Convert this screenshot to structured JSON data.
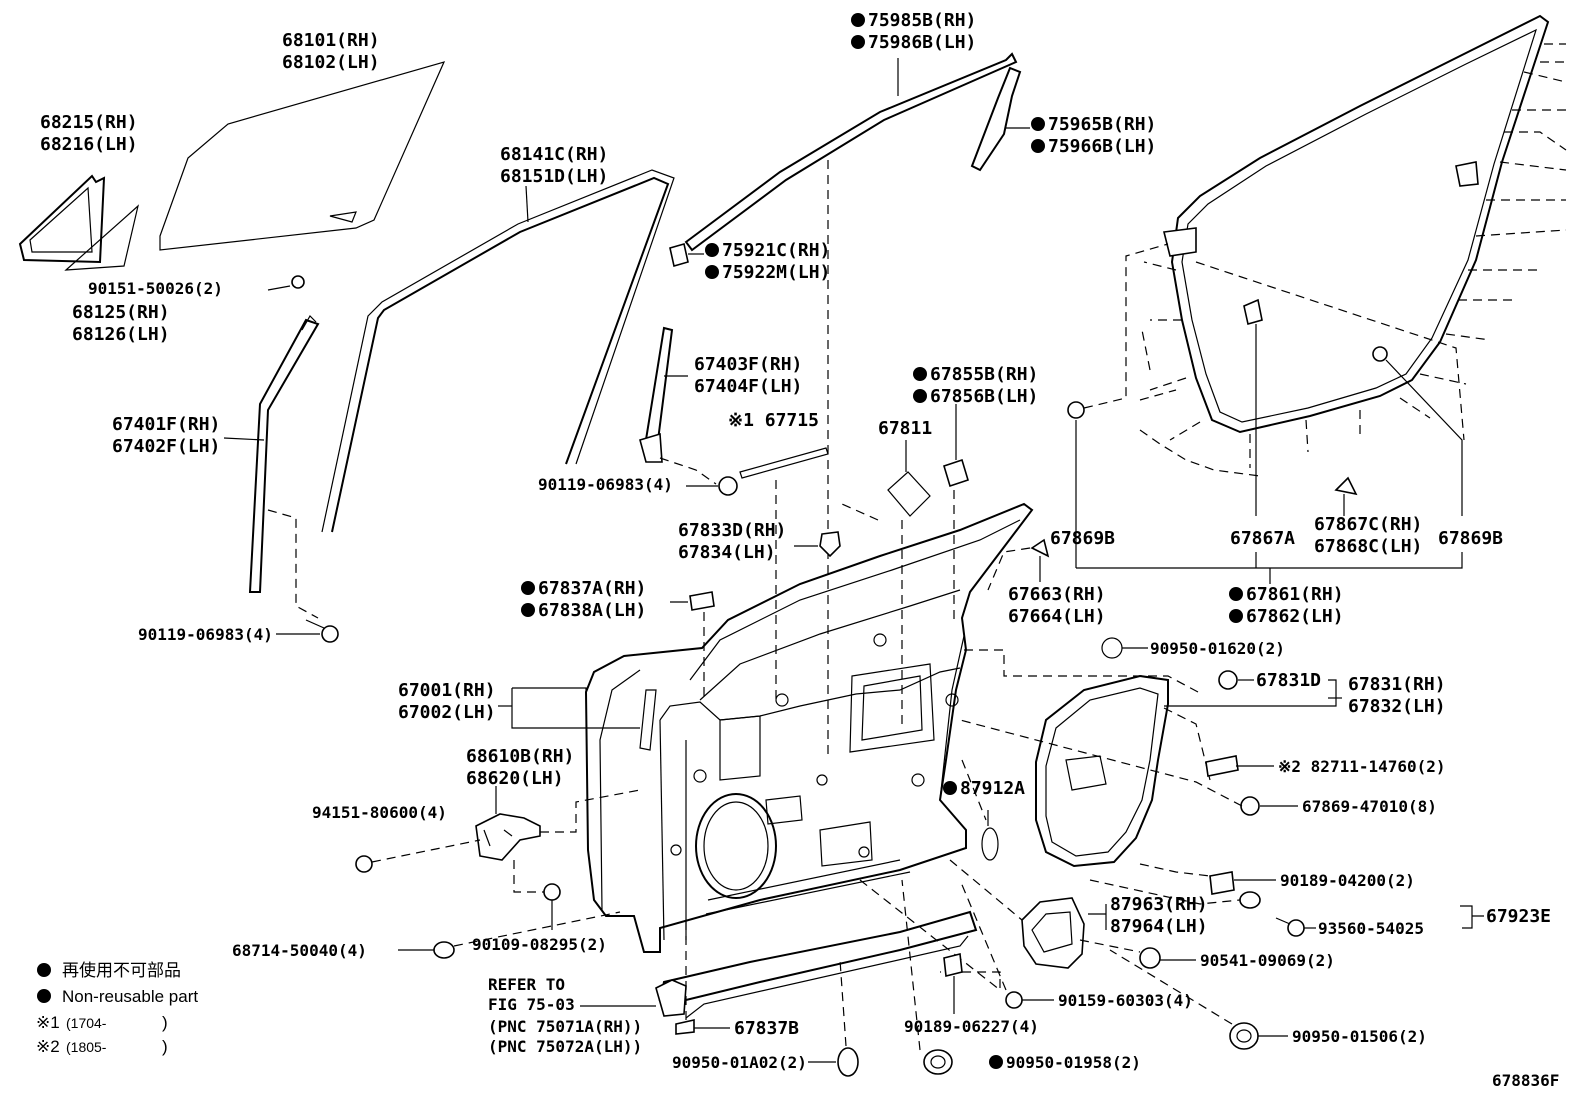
{
  "labels": {
    "glass_rh": "68101(RH)",
    "glass_lh": "68102(LH)",
    "qglass_seal_rh": "68215(RH)",
    "qglass_seal_lh": "68216(LH)",
    "qglass_rh": "68125(RH)",
    "qglass_lh": "68126(LH)",
    "screw_50026": "90151-50026(2)",
    "run_rh": "68141C(RH)",
    "run_lh": "68151D(LH)",
    "mould_top_rh": "75985B(RH)",
    "mould_top_lh": "75986B(LH)",
    "mould_rear_rh": "75965B(RH)",
    "mould_rear_lh": "75966B(LH)",
    "clip_75921": "75921C(RH)",
    "clip_75922": "75922M(LH)",
    "channel_f_rh": "67401F(RH)",
    "channel_f_lh": "67402F(LH)",
    "channel_r_rh": "67403F(RH)",
    "channel_r_lh": "67404F(LH)",
    "label_67715": "※1 67715",
    "bolt_06983_a": "90119-06983(4)",
    "bolt_06983_b": "90119-06983(4)",
    "cover_67855": "67855B(RH)",
    "cover_67856": "67856B(LH)",
    "part_67811": "67811",
    "clip_67833": "67833D(RH)",
    "clip_67834": "67834(LH)",
    "clip_67837a": "67837A(RH)",
    "clip_67838a": "67838A(LH)",
    "part_67869b_l": "67869B",
    "part_67867a": "67867A",
    "part_67867c": "67867C(RH)",
    "part_67868c": "67868C(LH)",
    "part_67869b_r": "67869B",
    "weather_rh": "67861(RH)",
    "weather_lh": "67862(LH)",
    "part_67663": "67663(RH)",
    "part_67664": "67664(LH)",
    "hole_01620": "90950-01620(2)",
    "part_67831d": "67831D",
    "service_rh": "67831(RH)",
    "service_lh": "67832(LH)",
    "door_rh": "67001(RH)",
    "door_lh": "67002(LH)",
    "hinge_rh": "68610B(RH)",
    "hinge_lh": "68620(LH)",
    "bolt_80600": "94151-80600(4)",
    "part_87912a": "87912A",
    "clip_82711": "※2 82711-14760(2)",
    "clip_47010": "67869-47010(8)",
    "plug_50040": "68714-50040(4)",
    "bolt_08295": "90109-08295(2)",
    "clip_04200": "90189-04200(2)",
    "bracket_rh": "87963(RH)",
    "bracket_lh": "87964(LH)",
    "screw_54025": "93560-54025",
    "set_67923e": "67923E",
    "nut_09069": "90541-09069(2)",
    "refer_1": "REFER TO",
    "refer_2": "FIG 75-03",
    "refer_3": "(PNC 75071A(RH))",
    "refer_4": "(PNC 75072A(LH))",
    "clip_67837b": "67837B",
    "screw_60303": "90159-60303(4)",
    "clip_06227": "90189-06227(4)",
    "plug_01a02": "90950-01A02(2)",
    "plug_01958": "90950-01958(2)",
    "plug_01506": "90950-01506(2)",
    "fig_code": "678836F"
  },
  "legend": {
    "jp": "再使用不可部品",
    "en": "Non-reusable part",
    "note1_mark": "※1",
    "note1_text": "(1704-",
    "note1_close": ")",
    "note2_mark": "※2",
    "note2_text": "(1805-",
    "note2_close": ")"
  },
  "colors": {
    "ink": "#000000",
    "paper": "#ffffff"
  }
}
